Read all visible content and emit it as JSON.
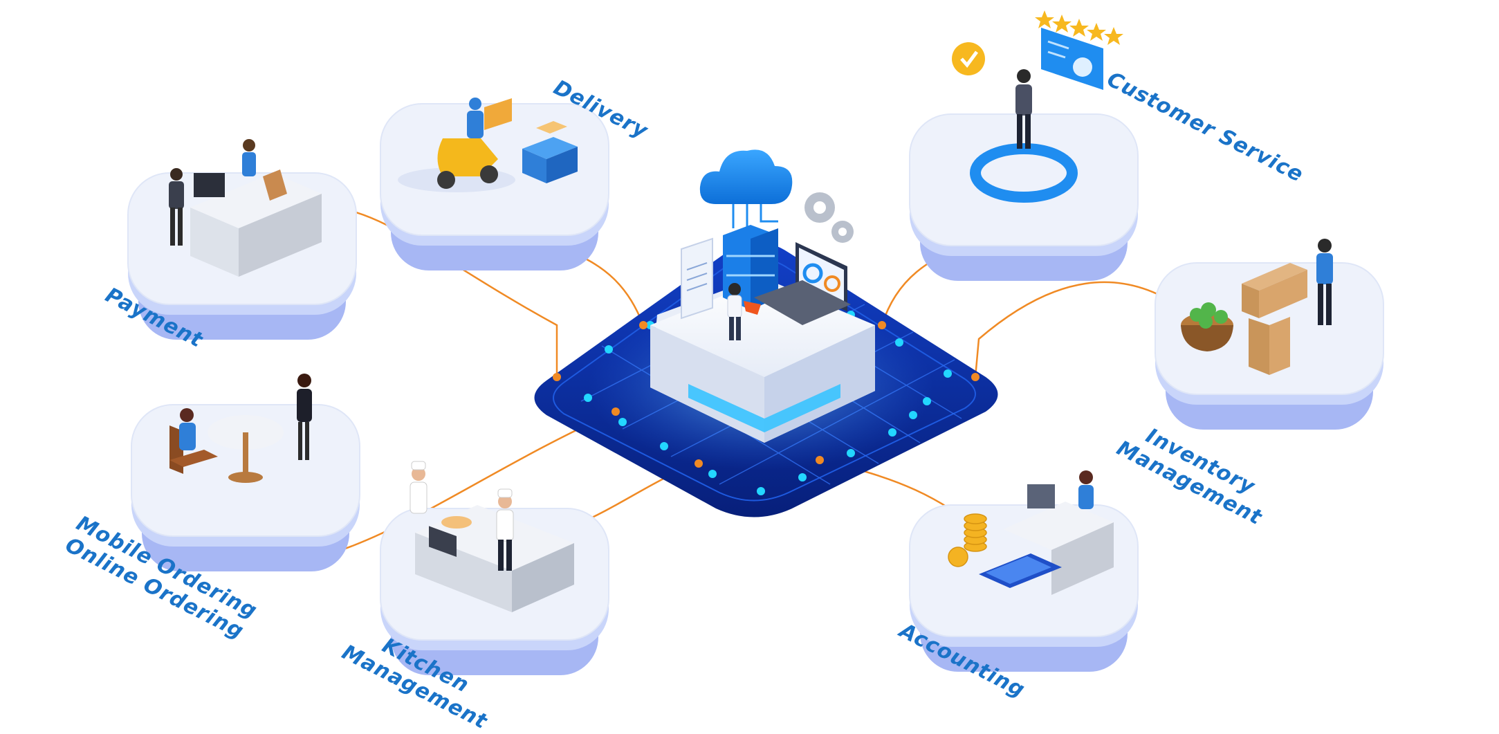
{
  "modules": {
    "delivery": "Delivery",
    "customer_service": "Customer Service",
    "payment": "Payment",
    "inventory_line1": "Inventory",
    "inventory_line2": "Management",
    "mobile_line1": "Mobile Ordering",
    "mobile_line2": "Online Ordering",
    "kitchen_line1": "Kitchen",
    "kitchen_line2": "Management",
    "accounting": "Accounting"
  },
  "colors": {
    "label": "#1a73c8",
    "platform_top": "#eef2fb",
    "platform_shadow": "#a9b9f5",
    "hub_dark": "#0a2a9a",
    "hub_grid": "#1e5ae0",
    "node": "#23d7ff",
    "connector": "#f08a24",
    "cloud": "#1f8df0"
  },
  "icons": [
    "cloud-icon",
    "server-icon",
    "laptop-icon",
    "gear-icon",
    "star-icon",
    "check-icon",
    "scooter-icon",
    "calculator-icon",
    "coins-icon",
    "basket-icon"
  ]
}
